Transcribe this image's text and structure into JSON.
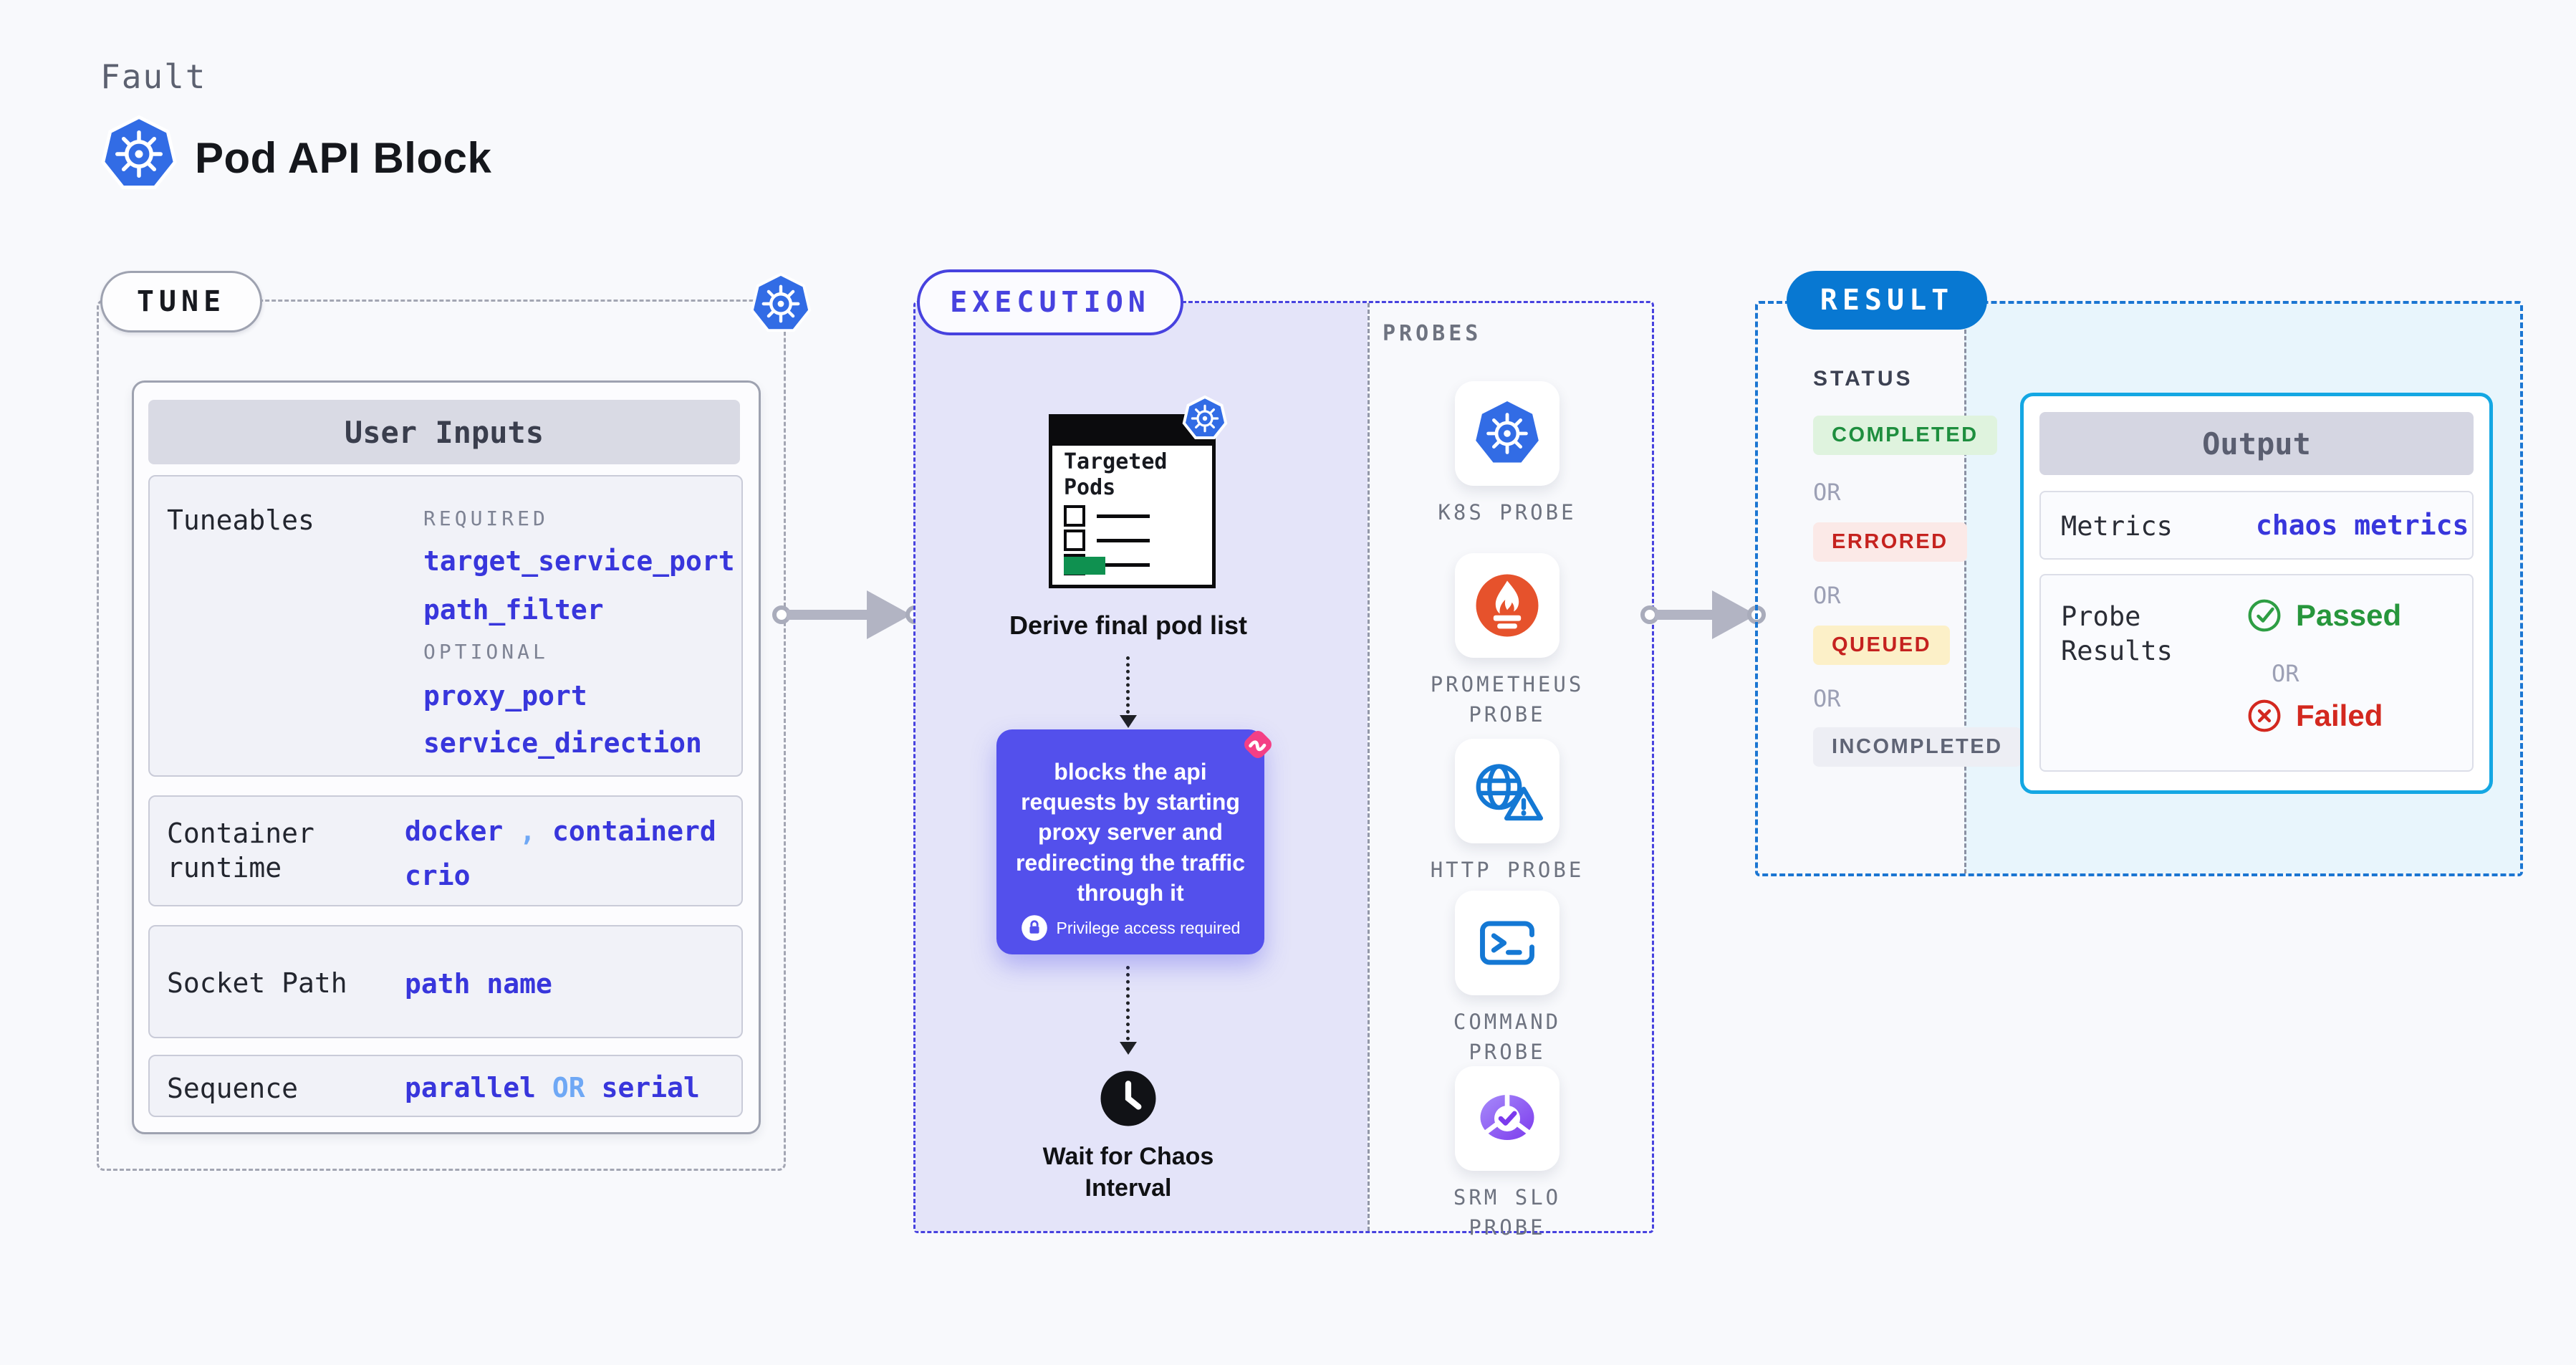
{
  "colors": {
    "kubernetes_blue": "#326CE5",
    "indigo_accent": "#3836DC",
    "light_blue_accent": "#6FA8F5",
    "execution_border": "#4742DF",
    "execution_fill": "#E4E4F9",
    "description_purple": "#5350EC",
    "pink_icon": "#F43F85",
    "result_pill_blue": "#0878D2",
    "result_border_blue": "#1B76D2",
    "output_border_cyan": "#14A7E3",
    "output_fill_cyan": "#E8F5FC",
    "completed_green": "#1E8E3E",
    "errored_red": "#C5221F",
    "arrow_gray": "#B2B4C3",
    "prometheus_orange": "#E6522C"
  },
  "header": {
    "kicker": "Fault",
    "title": "Pod API Block"
  },
  "tune": {
    "label": "TUNE",
    "user_inputs_title": "User Inputs",
    "tuneables": {
      "label": "Tuneables",
      "required_label": "REQUIRED",
      "required": [
        "target_service_port",
        "path_filter"
      ],
      "optional_label": "OPTIONAL",
      "optional": [
        "proxy_port",
        "service_direction"
      ]
    },
    "container_runtime": {
      "label": "Container runtime",
      "value1": "docker",
      "separator": ",",
      "value2": "containerd",
      "value3": "crio"
    },
    "socket_path": {
      "label": "Socket Path",
      "value": "path name"
    },
    "sequence": {
      "label": "Sequence",
      "value1": "parallel",
      "or": "OR",
      "value2": "serial"
    }
  },
  "execution": {
    "label": "EXECUTION",
    "targeted_pods": {
      "title_line1": "Targeted",
      "title_line2": "Pods"
    },
    "derive_caption": "Derive final pod list",
    "description": "blocks the api requests by starting proxy server and redirecting the traffic through it",
    "privilege_note": "Privilege access required",
    "wait_caption_line1": "Wait for Chaos",
    "wait_caption_line2": "Interval"
  },
  "probes": {
    "label": "PROBES",
    "items": [
      {
        "icon": "kubernetes-icon",
        "label": "K8S PROBE"
      },
      {
        "icon": "prometheus-icon",
        "label": "PROMETHEUS PROBE"
      },
      {
        "icon": "http-globe-warning-icon",
        "label": "HTTP PROBE"
      },
      {
        "icon": "terminal-icon",
        "label": "COMMAND PROBE"
      },
      {
        "icon": "slo-gauge-icon",
        "label": "SRM SLO PROBE"
      }
    ]
  },
  "result": {
    "label": "RESULT",
    "status_label": "STATUS",
    "or_label": "OR",
    "statuses": [
      {
        "label": "COMPLETED",
        "variant": "green"
      },
      {
        "label": "ERRORED",
        "variant": "red"
      },
      {
        "label": "QUEUED",
        "variant": "yellow"
      },
      {
        "label": "INCOMPLETED",
        "variant": "gray"
      }
    ],
    "output": {
      "title": "Output",
      "metrics_label": "Metrics",
      "metrics_value": "chaos metrics",
      "probe_results_label": "Probe Results",
      "passed_label": "Passed",
      "or_label": "OR",
      "failed_label": "Failed"
    }
  }
}
